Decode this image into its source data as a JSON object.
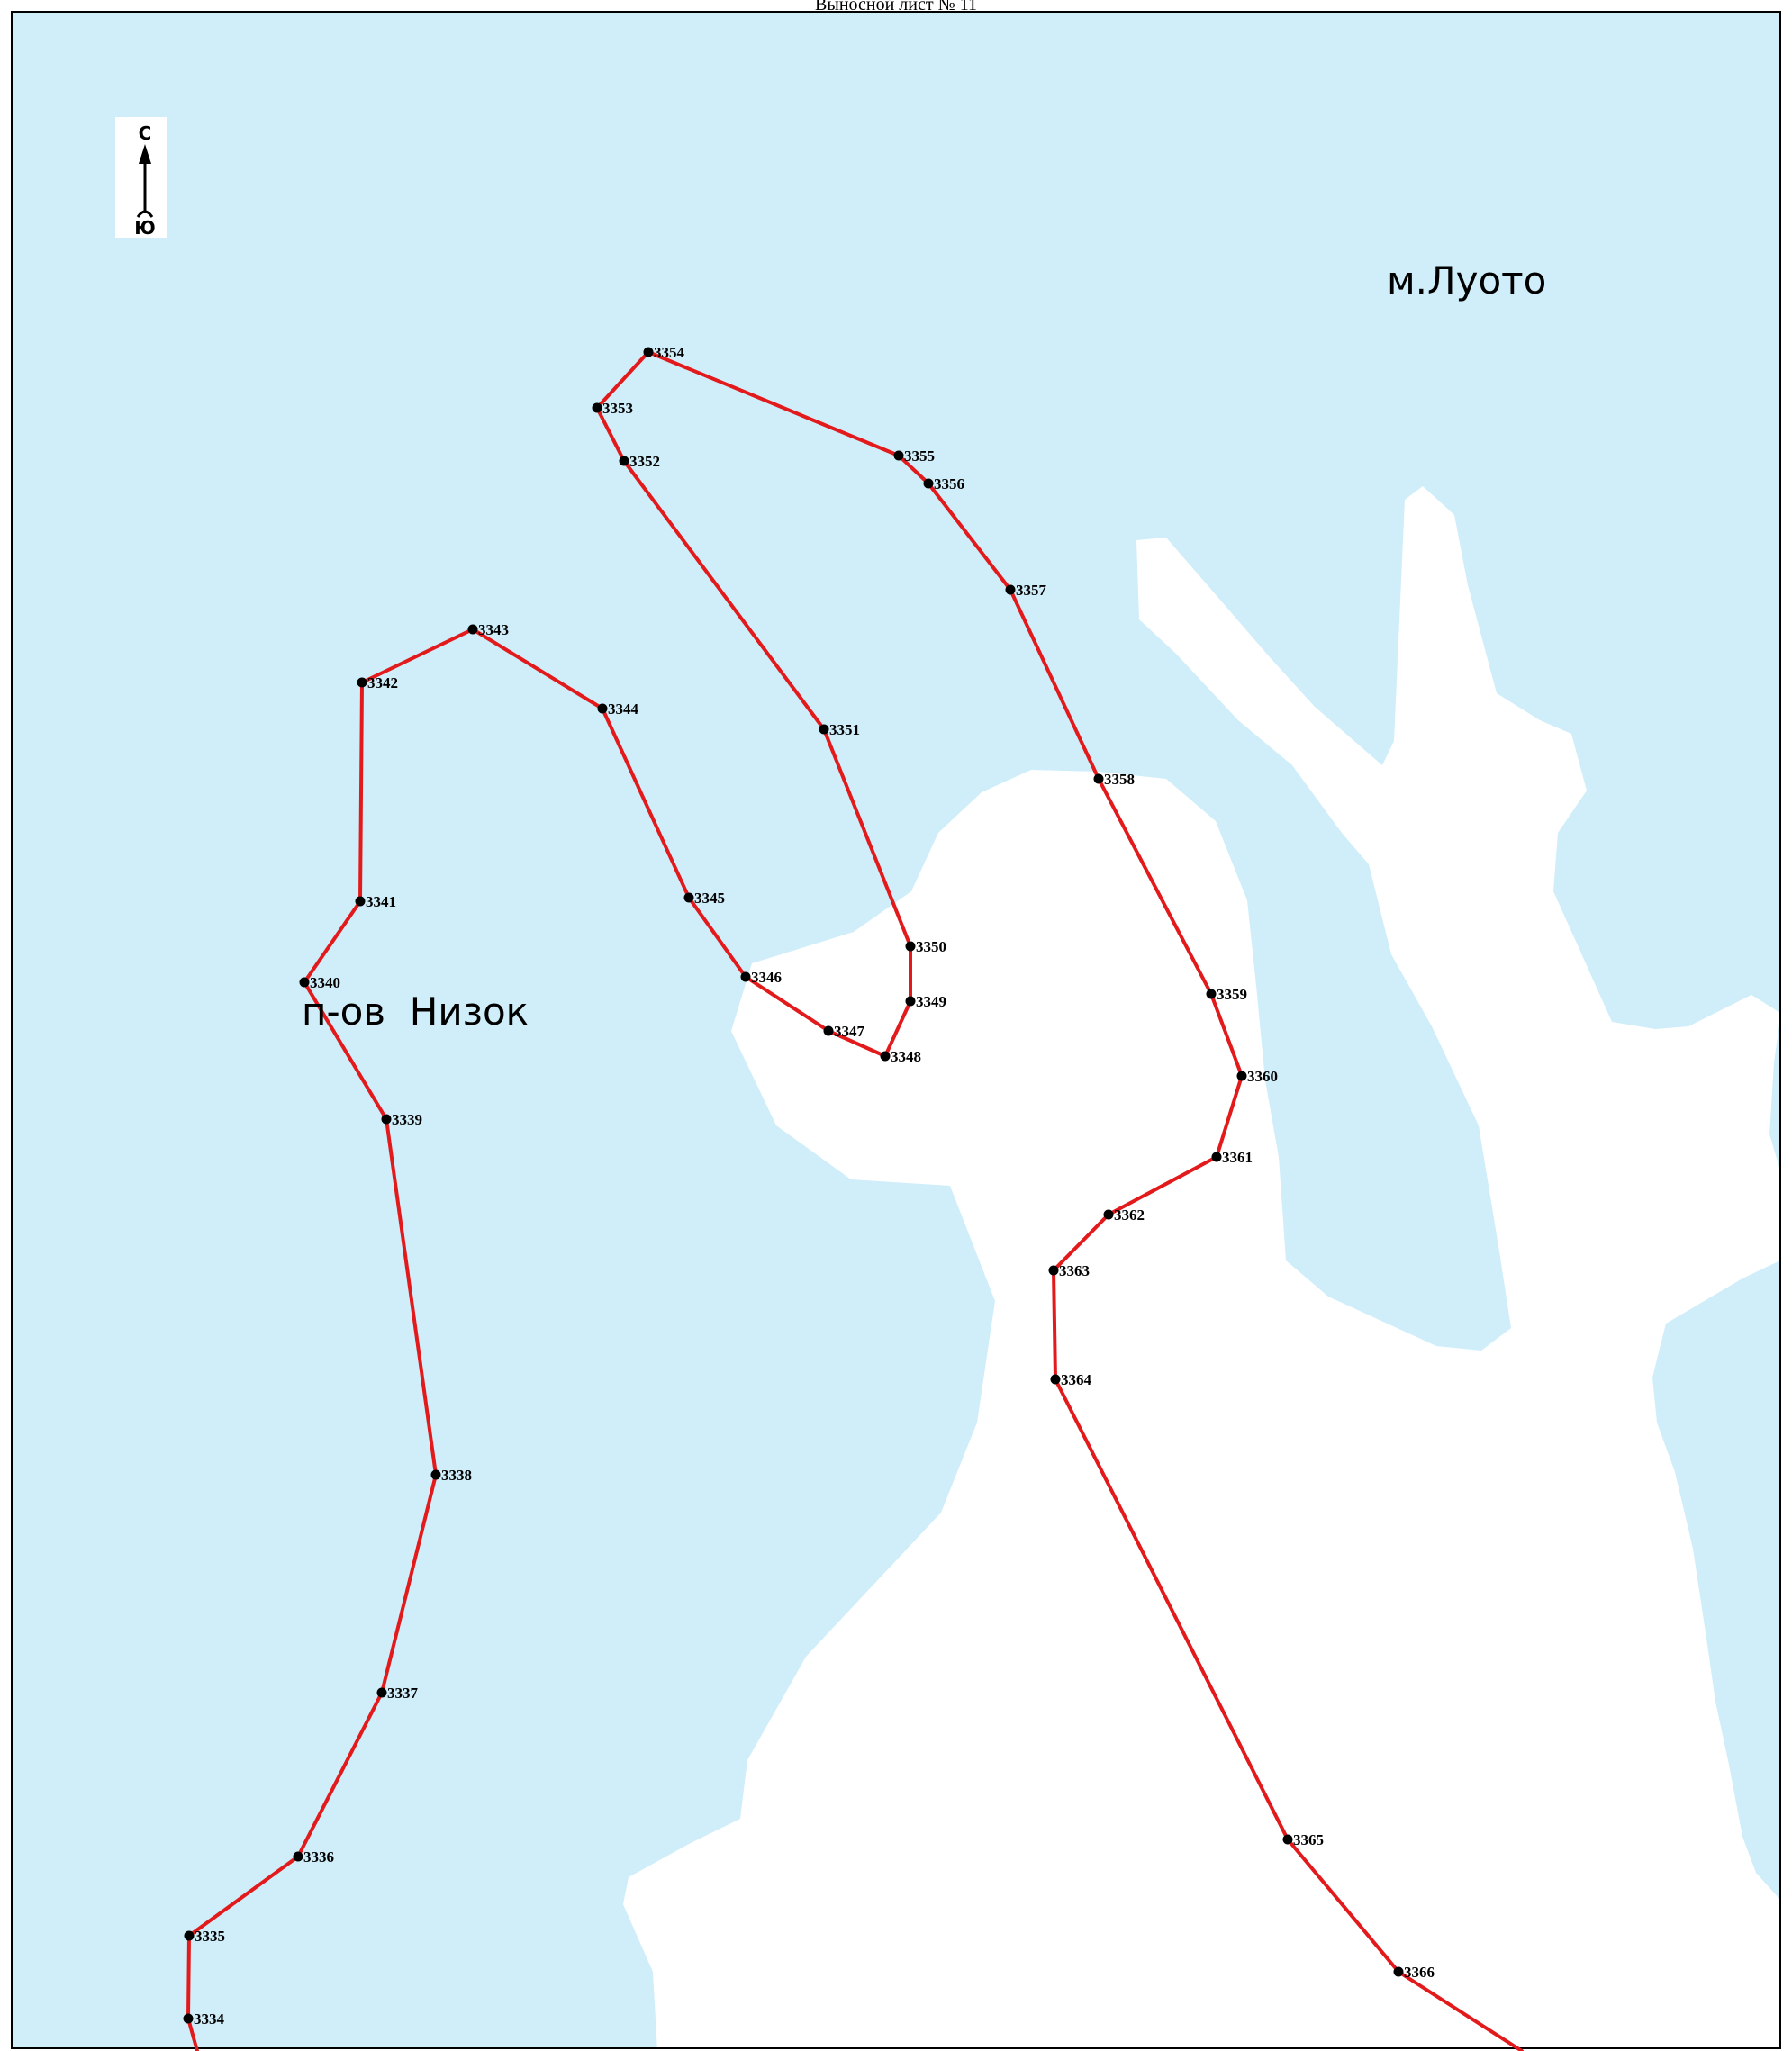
{
  "header": {
    "title": "Выносной лист № 11"
  },
  "compass": {
    "north": "С",
    "south": "Ю"
  },
  "places": [
    {
      "name": "м.Луото"
    },
    {
      "name": "п-ов  Низок"
    }
  ],
  "colors": {
    "water": "#cfeefa",
    "land": "#ffffff",
    "route": "#e31a1c",
    "point": "#000000",
    "frame": "#000000"
  },
  "route_points": [
    "3334",
    "3335",
    "3336",
    "3337",
    "3338",
    "3339",
    "3340",
    "3341",
    "3342",
    "3343",
    "3344",
    "3345",
    "3346",
    "3347",
    "3348",
    "3349",
    "3350",
    "3351",
    "3352",
    "3353",
    "3354",
    "3355",
    "3356",
    "3357",
    "3358",
    "3359",
    "3360",
    "3361",
    "3362",
    "3363",
    "3364",
    "3365",
    "3366"
  ]
}
